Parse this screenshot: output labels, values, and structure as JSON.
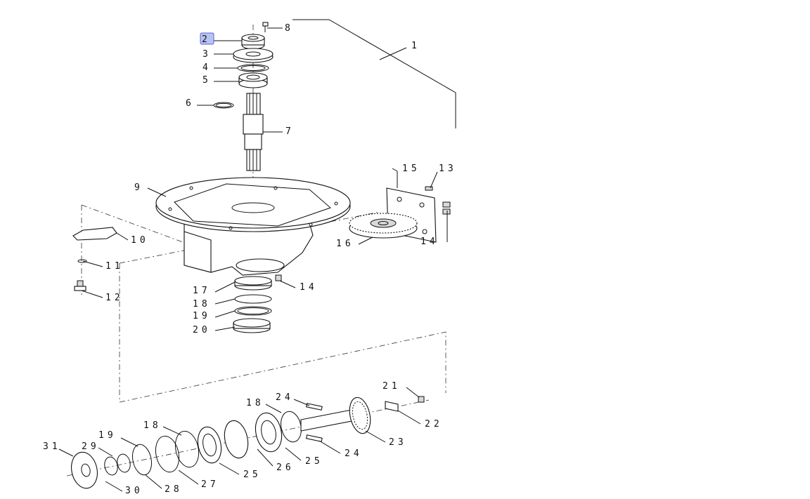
{
  "diagram": {
    "highlighted_callout": "2",
    "highlight_color": "#b9c3f3",
    "callouts": [
      {
        "id": "c1",
        "label": "1"
      },
      {
        "id": "c2",
        "label": "2"
      },
      {
        "id": "c3",
        "label": "3"
      },
      {
        "id": "c4",
        "label": "4"
      },
      {
        "id": "c5",
        "label": "5"
      },
      {
        "id": "c6",
        "label": "6"
      },
      {
        "id": "c7",
        "label": "7"
      },
      {
        "id": "c8",
        "label": "8"
      },
      {
        "id": "c9",
        "label": "9"
      },
      {
        "id": "c10",
        "label": "10"
      },
      {
        "id": "c11",
        "label": "11"
      },
      {
        "id": "c12",
        "label": "12"
      },
      {
        "id": "c13",
        "label": "13"
      },
      {
        "id": "c14a",
        "label": "14"
      },
      {
        "id": "c14b",
        "label": "14"
      },
      {
        "id": "c15",
        "label": "15"
      },
      {
        "id": "c16",
        "label": "16"
      },
      {
        "id": "c17",
        "label": "17"
      },
      {
        "id": "c18a",
        "label": "18"
      },
      {
        "id": "c19a",
        "label": "19"
      },
      {
        "id": "c20",
        "label": "20"
      },
      {
        "id": "c21",
        "label": "21"
      },
      {
        "id": "c22",
        "label": "22"
      },
      {
        "id": "c23",
        "label": "23"
      },
      {
        "id": "c24a",
        "label": "24"
      },
      {
        "id": "c24b",
        "label": "24"
      },
      {
        "id": "c18b",
        "label": "18"
      },
      {
        "id": "c18c",
        "label": "18"
      },
      {
        "id": "c25a",
        "label": "25"
      },
      {
        "id": "c25b",
        "label": "25"
      },
      {
        "id": "c26",
        "label": "26"
      },
      {
        "id": "c27",
        "label": "27"
      },
      {
        "id": "c28",
        "label": "28"
      },
      {
        "id": "c29",
        "label": "29"
      },
      {
        "id": "c30",
        "label": "30"
      },
      {
        "id": "c31",
        "label": "31"
      },
      {
        "id": "c19b",
        "label": "19"
      }
    ]
  }
}
